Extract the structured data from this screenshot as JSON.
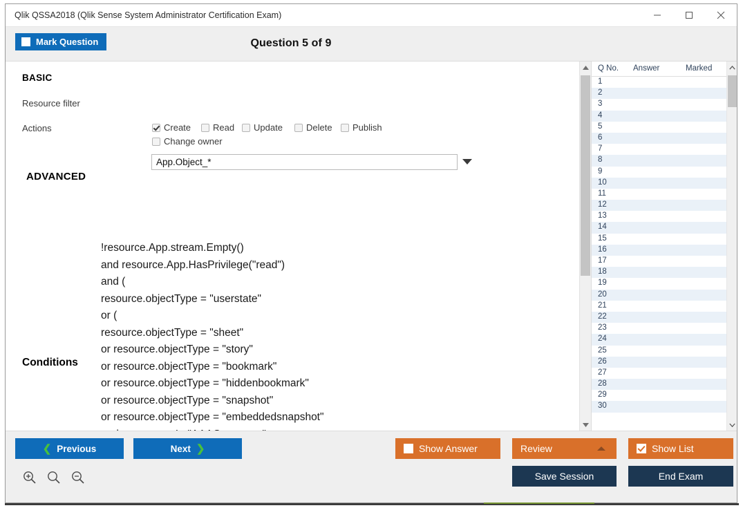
{
  "window": {
    "title": "Qlik QSSA2018 (Qlik Sense System Administrator Certification Exam)",
    "minimize_label": "minimize",
    "maximize_label": "maximize",
    "close_label": "close"
  },
  "header": {
    "mark_question_label": "Mark Question",
    "mark_question_checked": false,
    "question_title": "Question 5 of 9"
  },
  "question": {
    "basic_heading": "BASIC",
    "resource_filter_label": "Resource filter",
    "resource_filter_value": "App.Object_*",
    "actions_label": "Actions",
    "actions": [
      {
        "label": "Create",
        "checked": true
      },
      {
        "label": "Read",
        "checked": false
      },
      {
        "label": "Update",
        "checked": false
      },
      {
        "label": "Delete",
        "checked": false
      },
      {
        "label": "Publish",
        "checked": false
      },
      {
        "label": "Change owner",
        "checked": false
      }
    ],
    "advanced_heading": "ADVANCED",
    "conditions_label": "Conditions",
    "conditions_code": "!resource.App.stream.Empty()\nand resource.App.HasPrivilege(\"read\")\nand (\nresource.objectType = \"userstate\"\nor (\nresource.objectType = \"sheet\"\nor resource.objectType = \"story\"\nor resource.objectType = \"bookmark\"\nor resource.objectType = \"hiddenbookmark\"\nor resource.objectType = \"snapshot\"\nor resource.objectType = \"embeddedsnapshot\"\nand user.group != \"AAAConsumer\"\n)\n)\nand !user.IsAnonymous()"
  },
  "question_list": {
    "columns": [
      "Q No.",
      "Answer",
      "Marked"
    ],
    "rows": [
      {
        "no": "1",
        "answer": "",
        "marked": ""
      },
      {
        "no": "2",
        "answer": "",
        "marked": ""
      },
      {
        "no": "3",
        "answer": "",
        "marked": ""
      },
      {
        "no": "4",
        "answer": "",
        "marked": ""
      },
      {
        "no": "5",
        "answer": "",
        "marked": ""
      },
      {
        "no": "6",
        "answer": "",
        "marked": ""
      },
      {
        "no": "7",
        "answer": "",
        "marked": ""
      },
      {
        "no": "8",
        "answer": "",
        "marked": ""
      },
      {
        "no": "9",
        "answer": "",
        "marked": ""
      },
      {
        "no": "10",
        "answer": "",
        "marked": ""
      },
      {
        "no": "11",
        "answer": "",
        "marked": ""
      },
      {
        "no": "12",
        "answer": "",
        "marked": ""
      },
      {
        "no": "13",
        "answer": "",
        "marked": ""
      },
      {
        "no": "14",
        "answer": "",
        "marked": ""
      },
      {
        "no": "15",
        "answer": "",
        "marked": ""
      },
      {
        "no": "16",
        "answer": "",
        "marked": ""
      },
      {
        "no": "17",
        "answer": "",
        "marked": ""
      },
      {
        "no": "18",
        "answer": "",
        "marked": ""
      },
      {
        "no": "19",
        "answer": "",
        "marked": ""
      },
      {
        "no": "20",
        "answer": "",
        "marked": ""
      },
      {
        "no": "21",
        "answer": "",
        "marked": ""
      },
      {
        "no": "22",
        "answer": "",
        "marked": ""
      },
      {
        "no": "23",
        "answer": "",
        "marked": ""
      },
      {
        "no": "24",
        "answer": "",
        "marked": ""
      },
      {
        "no": "25",
        "answer": "",
        "marked": ""
      },
      {
        "no": "26",
        "answer": "",
        "marked": ""
      },
      {
        "no": "27",
        "answer": "",
        "marked": ""
      },
      {
        "no": "28",
        "answer": "",
        "marked": ""
      },
      {
        "no": "29",
        "answer": "",
        "marked": ""
      },
      {
        "no": "30",
        "answer": "",
        "marked": ""
      }
    ]
  },
  "footer": {
    "previous_label": "Previous",
    "next_label": "Next",
    "show_answer_label": "Show Answer",
    "show_answer_checked": false,
    "review_label": "Review",
    "show_list_label": "Show List",
    "show_list_checked": true,
    "save_session_label": "Save Session",
    "end_exam_label": "End Exam",
    "zoom_in_label": "Zoom In",
    "zoom_reset_label": "Zoom Reset",
    "zoom_out_label": "Zoom Out"
  },
  "colors": {
    "primary_blue": "#0f6cb9",
    "accent_orange": "#d9702a",
    "navy": "#1c3752",
    "chevron_green": "#49c13c",
    "row_alt": "#eaf1f8"
  }
}
